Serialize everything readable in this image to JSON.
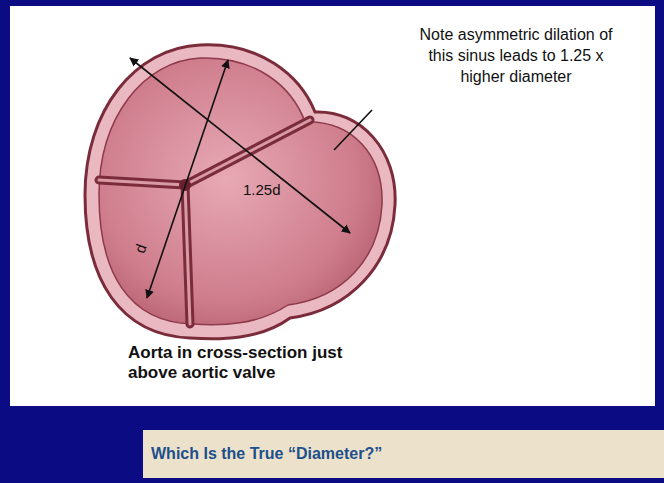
{
  "diagram": {
    "title": "Which Is the True “Diameter?”",
    "caption": "Aorta in cross-section just above aortic valve",
    "labels": [
      "Note asymmetric dilation of this sinus leads to 1.25 x higher diameter",
      "1.25d",
      "d"
    ]
  }
}
